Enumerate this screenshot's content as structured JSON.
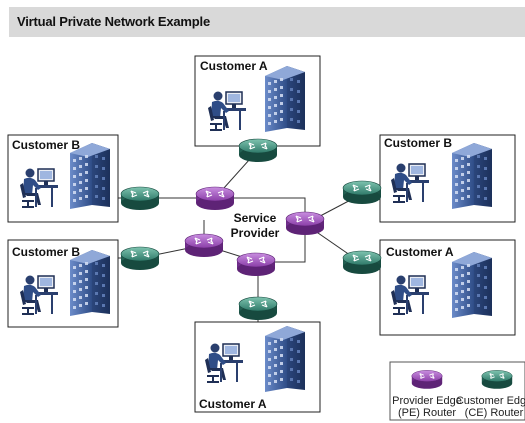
{
  "title": "Virtual Private Network Example",
  "core": {
    "label_line1": "Service",
    "label_line2": "Provider"
  },
  "sites": [
    {
      "label": "Customer A"
    },
    {
      "label": "Customer B"
    },
    {
      "label": "Customer B"
    },
    {
      "label": "Customer B"
    },
    {
      "label": "Customer A"
    },
    {
      "label": "Customer A"
    }
  ],
  "legend": {
    "pe_line1": "Provider Edge",
    "pe_line2": "(PE) Router",
    "ce_line1": "Customer Edg",
    "ce_line2": "(CE) Router"
  },
  "colors": {
    "pe_router": "#8b3fa8",
    "ce_router": "#2f7a6a",
    "building": "#3f5f9a",
    "title_bar": "#d9d9d9"
  }
}
